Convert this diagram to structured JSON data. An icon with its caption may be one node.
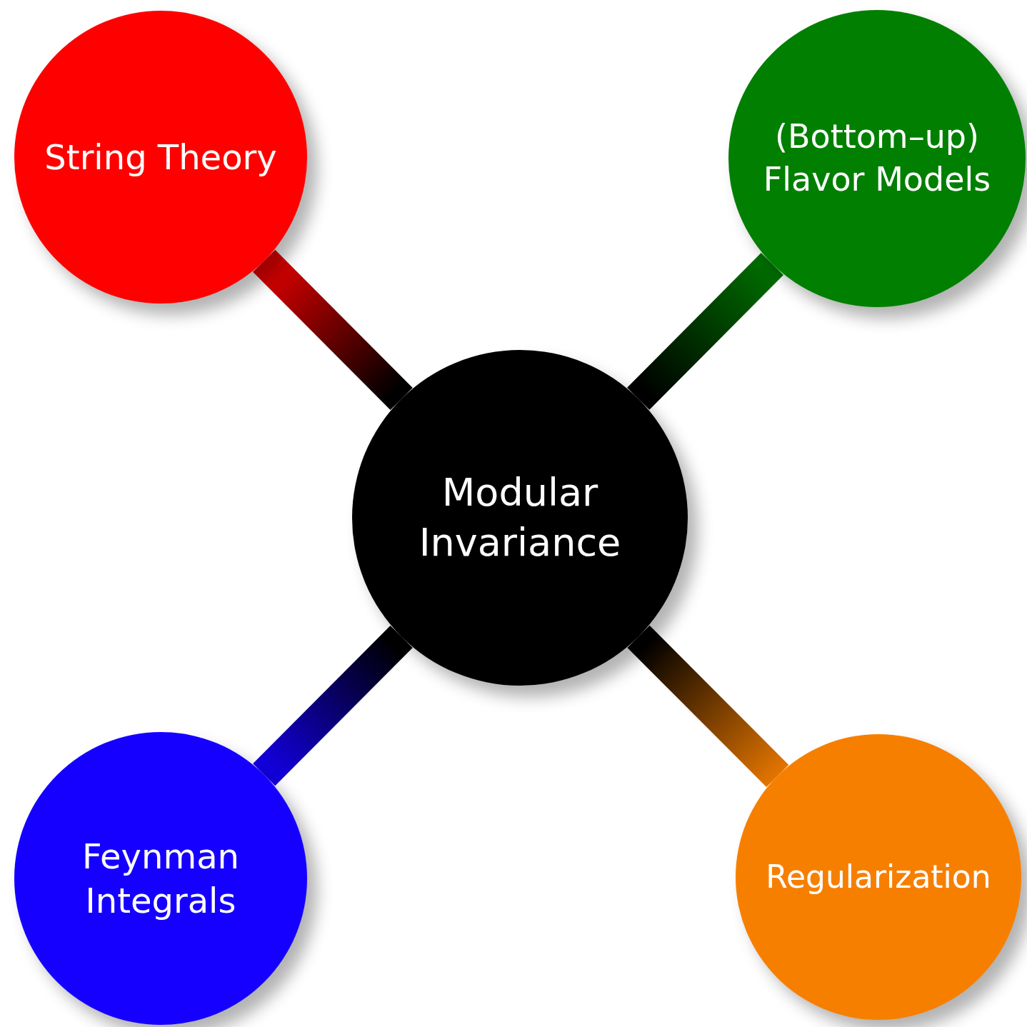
{
  "diagram": {
    "nodes": [
      {
        "text": [
          "String Theory"
        ]
      },
      {
        "text": [
          "(Bottom–up) Flavor Models"
        ]
      },
      {
        "text": [
          "Modular Invariance"
        ]
      },
      {
        "text": [
          "Feynman Integrals"
        ]
      },
      {
        "text": [
          "Regularization"
        ]
      }
    ],
    "edges": [
      {
        "from": 2,
        "to": 0,
        "arrow": "none",
        "color": "#ff0000"
      },
      {
        "from": 2,
        "to": 1,
        "arrow": "none",
        "color": "#007f00"
      },
      {
        "from": 2,
        "to": 3,
        "arrow": "none",
        "color": "#1500ff"
      },
      {
        "from": 2,
        "to": 4,
        "arrow": "none",
        "color": "#f77f00"
      }
    ]
  }
}
